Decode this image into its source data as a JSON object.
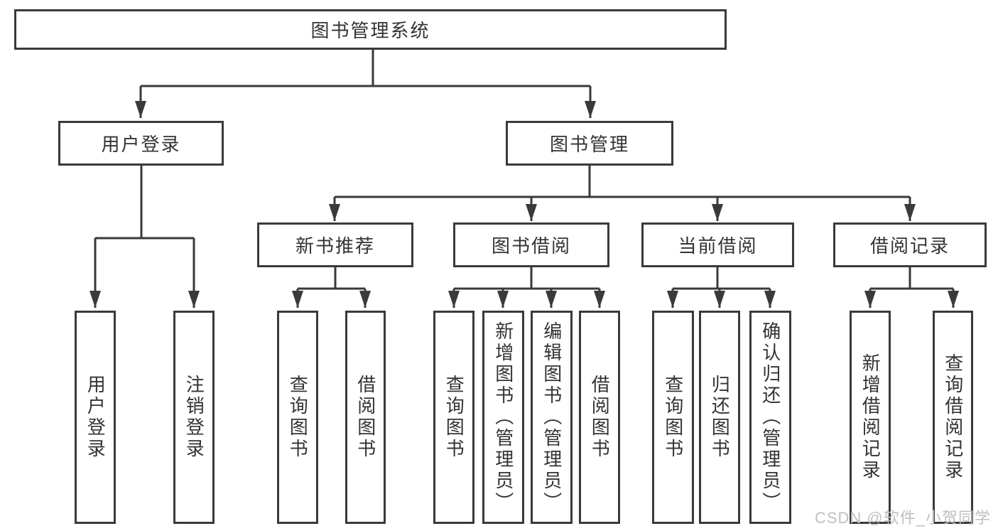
{
  "tree": {
    "root": {
      "label": "图书管理系统"
    },
    "branches": [
      {
        "label": "用户登录",
        "children": [
          {
            "label": "用户登录"
          },
          {
            "label": "注销登录"
          }
        ]
      },
      {
        "label": "图书管理",
        "children": [
          {
            "label": "新书推荐",
            "children": [
              {
                "label": "查询图书"
              },
              {
                "label": "借阅图书"
              }
            ]
          },
          {
            "label": "图书借阅",
            "children": [
              {
                "label": "查询图书"
              },
              {
                "label": "新增图书（管理员）"
              },
              {
                "label": "编辑图书（管理员）"
              },
              {
                "label": "借阅图书"
              }
            ]
          },
          {
            "label": "当前借阅",
            "children": [
              {
                "label": "查询图书"
              },
              {
                "label": "归还图书"
              },
              {
                "label": "确认归还（管理员）"
              }
            ]
          },
          {
            "label": "借阅记录",
            "children": [
              {
                "label": "新增借阅记录"
              },
              {
                "label": "查询借阅记录"
              }
            ]
          }
        ]
      }
    ]
  },
  "watermark": {
    "text": "CSDN @软件_小贺同学"
  },
  "colors": {
    "line": "#3a3a3a",
    "text": "#333333",
    "background": "#ffffff",
    "watermark": "#bfbfbf"
  }
}
